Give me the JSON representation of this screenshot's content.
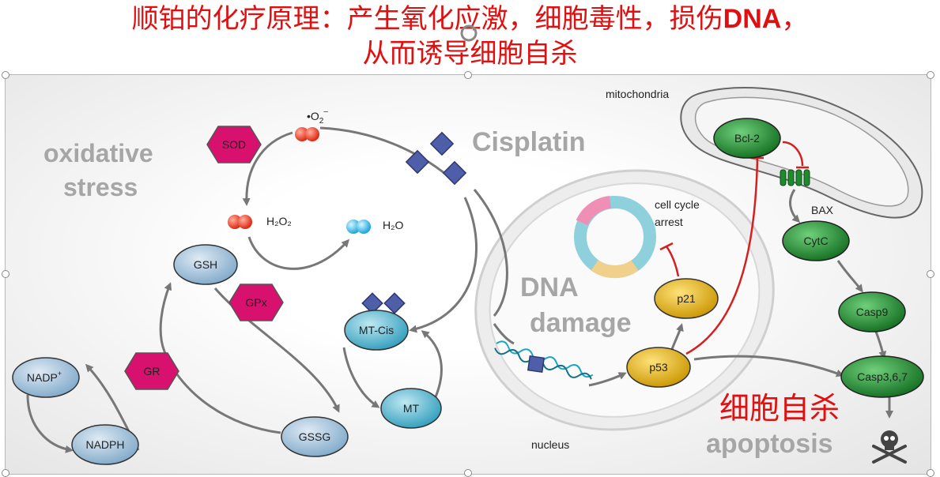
{
  "title": {
    "line1_prefix": "顺铂的化疗原理：产生氧化应激，细胞毒性，损伤",
    "line1_bold": "DNA",
    "line1_suffix": "，",
    "line2": "从而诱导细胞自杀"
  },
  "labels": {
    "oxidative": "oxidative",
    "stress": "stress",
    "cisplatin": "Cisplatin",
    "dna": "DNA",
    "damage": "damage",
    "superoxide_main": "•O",
    "superoxide_sub": "2",
    "superoxide_sup": "–",
    "h2o2": "H₂O₂",
    "h2o": "H₂O",
    "cell_cycle": "cell cycle",
    "arrest": "arrest",
    "mitochondria": "mitochondria",
    "nucleus": "nucleus",
    "bax": "BAX",
    "apoptosis_cn": "细胞自杀",
    "apoptosis": "apoptosis"
  },
  "enzymes": {
    "sod": "SOD",
    "gpx": "GPx",
    "gr": "GR"
  },
  "nodes": {
    "gsh": "GSH",
    "gssg": "GSSG",
    "nadp_main": "NADP",
    "nadp_sup": "+",
    "nadph": "NADPH",
    "mtcis": "MT-Cis",
    "mt": "MT",
    "p53": "p53",
    "p21": "p21",
    "bcl2": "Bcl-2",
    "cytc": "CytC",
    "casp9": "Casp9",
    "casp367": "Casp3,6,7"
  },
  "colors": {
    "title_red": "#e01010",
    "enzyme_magenta": "#d8106e",
    "node_blue": "#7ea8c9",
    "node_teal": "#3aa8c4",
    "node_gold": "#d4a400",
    "node_green": "#1f8a2e",
    "cisplatin_square": "#4f5ea8",
    "inhibition_red": "#d42020",
    "arrow_gray": "#777777"
  }
}
